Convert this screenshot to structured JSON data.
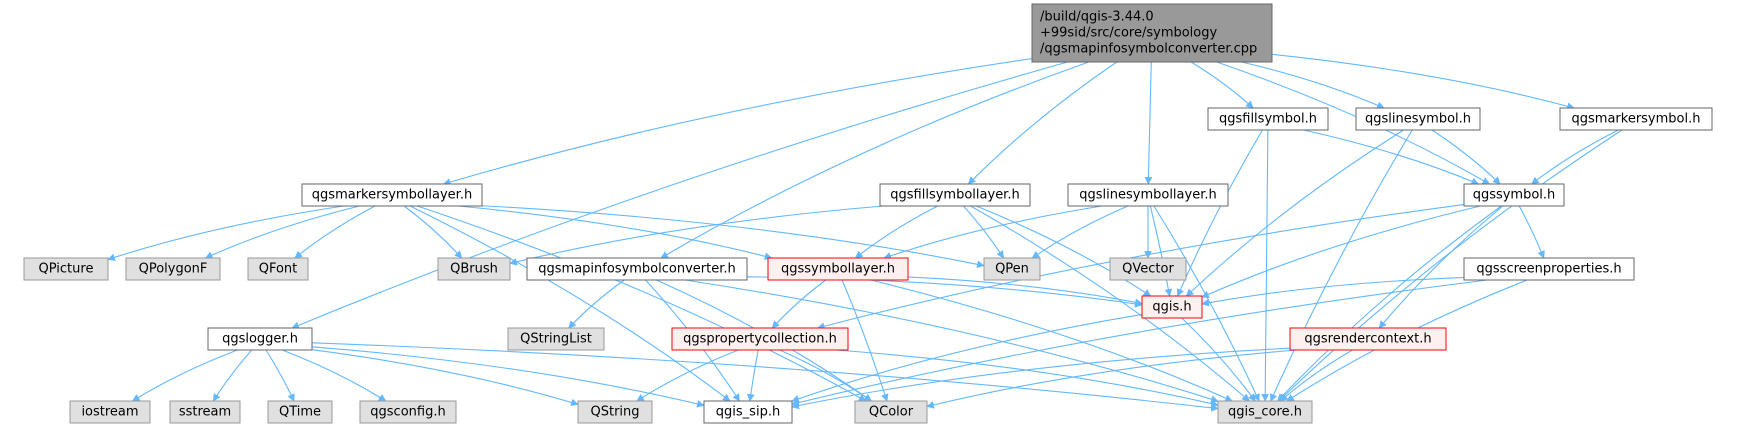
{
  "colors": {
    "edge": "#63b8ff",
    "root_fill": "#999999",
    "root_stroke": "#666666",
    "file_fill": "#ffffff",
    "file_stroke": "#666666",
    "external_fill": "#e0e0e0",
    "external_stroke": "#999999",
    "incomplete_fill": "#fff0f0",
    "incomplete_stroke": "#ff0000"
  },
  "nodes": {
    "root": {
      "lines": [
        "/build/qgis-3.44.0",
        "+99sid/src/core/symbology",
        "/qgsmapinfosymbolconverter.cpp"
      ],
      "kind": "root"
    },
    "qgslogger": {
      "label": "qgslogger.h",
      "kind": "file"
    },
    "qgsmarkersymbollayer": {
      "label": "qgsmarkersymbollayer.h",
      "kind": "file"
    },
    "qgsmapinfosymbolconverter": {
      "label": "qgsmapinfosymbolconverter.h",
      "kind": "file"
    },
    "qgsfillsymbollayer": {
      "label": "qgsfillsymbollayer.h",
      "kind": "file"
    },
    "qgslinesymbollayer": {
      "label": "qgslinesymbollayer.h",
      "kind": "file"
    },
    "qgsfillsymbol": {
      "label": "qgsfillsymbol.h",
      "kind": "file"
    },
    "qgslinesymbol": {
      "label": "qgslinesymbol.h",
      "kind": "file"
    },
    "qgssymbol": {
      "label": "qgssymbol.h",
      "kind": "file"
    },
    "qgsmarkersymbol": {
      "label": "qgsmarkersymbol.h",
      "kind": "file"
    },
    "qgsscreenproperties": {
      "label": "qgsscreenproperties.h",
      "kind": "file"
    },
    "qgssymbollayer": {
      "label": "qgssymbollayer.h",
      "kind": "incomplete"
    },
    "qgspropertycollection": {
      "label": "qgspropertycollection.h",
      "kind": "incomplete"
    },
    "qgis": {
      "label": "qgis.h",
      "kind": "incomplete"
    },
    "qgsrendercontext": {
      "label": "qgsrendercontext.h",
      "kind": "incomplete"
    },
    "qgis_sip": {
      "label": "qgis_sip.h",
      "kind": "file"
    },
    "qgis_core": {
      "label": "qgis_core.h",
      "kind": "external"
    },
    "iostream": {
      "label": "iostream",
      "kind": "external"
    },
    "sstream": {
      "label": "sstream",
      "kind": "external"
    },
    "QTime": {
      "label": "QTime",
      "kind": "external"
    },
    "qgsconfig": {
      "label": "qgsconfig.h",
      "kind": "external"
    },
    "QString": {
      "label": "QString",
      "kind": "external"
    },
    "QColor": {
      "label": "QColor",
      "kind": "external"
    },
    "QPicture": {
      "label": "QPicture",
      "kind": "external"
    },
    "QPolygonF": {
      "label": "QPolygonF",
      "kind": "external"
    },
    "QFont": {
      "label": "QFont",
      "kind": "external"
    },
    "QBrush": {
      "label": "QBrush",
      "kind": "external"
    },
    "QPen": {
      "label": "QPen",
      "kind": "external"
    },
    "QVector": {
      "label": "QVector",
      "kind": "external"
    },
    "QStringList": {
      "label": "QStringList",
      "kind": "external"
    }
  },
  "edges": [
    [
      "root",
      "qgslogger"
    ],
    [
      "root",
      "qgsmarkersymbollayer"
    ],
    [
      "root",
      "qgsmapinfosymbolconverter"
    ],
    [
      "root",
      "qgsfillsymbollayer"
    ],
    [
      "root",
      "qgslinesymbollayer"
    ],
    [
      "root",
      "qgsfillsymbol"
    ],
    [
      "root",
      "qgslinesymbol"
    ],
    [
      "root",
      "qgssymbol"
    ],
    [
      "root",
      "qgsmarkersymbol"
    ],
    [
      "qgslogger",
      "iostream"
    ],
    [
      "qgslogger",
      "sstream"
    ],
    [
      "qgslogger",
      "QTime"
    ],
    [
      "qgslogger",
      "qgsconfig"
    ],
    [
      "qgslogger",
      "QString"
    ],
    [
      "qgslogger",
      "qgis_sip"
    ],
    [
      "qgslogger",
      "qgis_core"
    ],
    [
      "qgsmarkersymbollayer",
      "QPicture"
    ],
    [
      "qgsmarkersymbollayer",
      "QPolygonF"
    ],
    [
      "qgsmarkersymbollayer",
      "QFont"
    ],
    [
      "qgsmarkersymbollayer",
      "QBrush"
    ],
    [
      "qgsmarkersymbollayer",
      "qgssymbollayer"
    ],
    [
      "qgsmarkersymbollayer",
      "QPen"
    ],
    [
      "qgsmarkersymbollayer",
      "qgis_sip"
    ],
    [
      "qgsmarkersymbollayer",
      "QColor"
    ],
    [
      "qgsfillsymbollayer",
      "QBrush"
    ],
    [
      "qgsfillsymbollayer",
      "qgssymbollayer"
    ],
    [
      "qgsfillsymbollayer",
      "QPen"
    ],
    [
      "qgsfillsymbollayer",
      "qgis"
    ],
    [
      "qgsfillsymbollayer",
      "qgis_core"
    ],
    [
      "qgslinesymbollayer",
      "qgssymbollayer"
    ],
    [
      "qgslinesymbollayer",
      "QPen"
    ],
    [
      "qgslinesymbollayer",
      "QVector"
    ],
    [
      "qgslinesymbollayer",
      "qgis"
    ],
    [
      "qgslinesymbollayer",
      "qgis_core"
    ],
    [
      "qgsmapinfosymbolconverter",
      "QStringList"
    ],
    [
      "qgsmapinfosymbolconverter",
      "qgis"
    ],
    [
      "qgsmapinfosymbolconverter",
      "qgis_sip"
    ],
    [
      "qgsmapinfosymbolconverter",
      "qgis_core"
    ],
    [
      "qgsmapinfosymbolconverter",
      "QColor"
    ],
    [
      "qgssymbollayer",
      "qgspropertycollection"
    ],
    [
      "qgssymbollayer",
      "qgis"
    ],
    [
      "qgssymbollayer",
      "QColor"
    ],
    [
      "qgssymbollayer",
      "qgis_core"
    ],
    [
      "qgspropertycollection",
      "QString"
    ],
    [
      "qgspropertycollection",
      "qgis_sip"
    ],
    [
      "qgspropertycollection",
      "QColor"
    ],
    [
      "qgspropertycollection",
      "qgis_core"
    ],
    [
      "qgis",
      "qgis_sip"
    ],
    [
      "qgis",
      "qgis_core"
    ],
    [
      "qgsfillsymbol",
      "qgssymbol"
    ],
    [
      "qgsfillsymbol",
      "qgis"
    ],
    [
      "qgsfillsymbol",
      "qgis_core"
    ],
    [
      "qgslinesymbol",
      "qgssymbol"
    ],
    [
      "qgslinesymbol",
      "qgis"
    ],
    [
      "qgslinesymbol",
      "qgis_core"
    ],
    [
      "qgsmarkersymbol",
      "qgssymbol"
    ],
    [
      "qgsmarkersymbol",
      "qgis_core"
    ],
    [
      "qgssymbol",
      "qgsscreenproperties"
    ],
    [
      "qgssymbol",
      "qgsrendercontext"
    ],
    [
      "qgssymbol",
      "qgis"
    ],
    [
      "qgssymbol",
      "qgis_core"
    ],
    [
      "qgssymbol",
      "qgspropertycollection"
    ],
    [
      "qgsscreenproperties",
      "qgis"
    ],
    [
      "qgsscreenproperties",
      "qgis_sip"
    ],
    [
      "qgsscreenproperties",
      "qgis_core"
    ],
    [
      "qgsrendercontext",
      "qgis_sip"
    ],
    [
      "qgsrendercontext",
      "qgis_core"
    ],
    [
      "qgsrendercontext",
      "QColor"
    ]
  ]
}
